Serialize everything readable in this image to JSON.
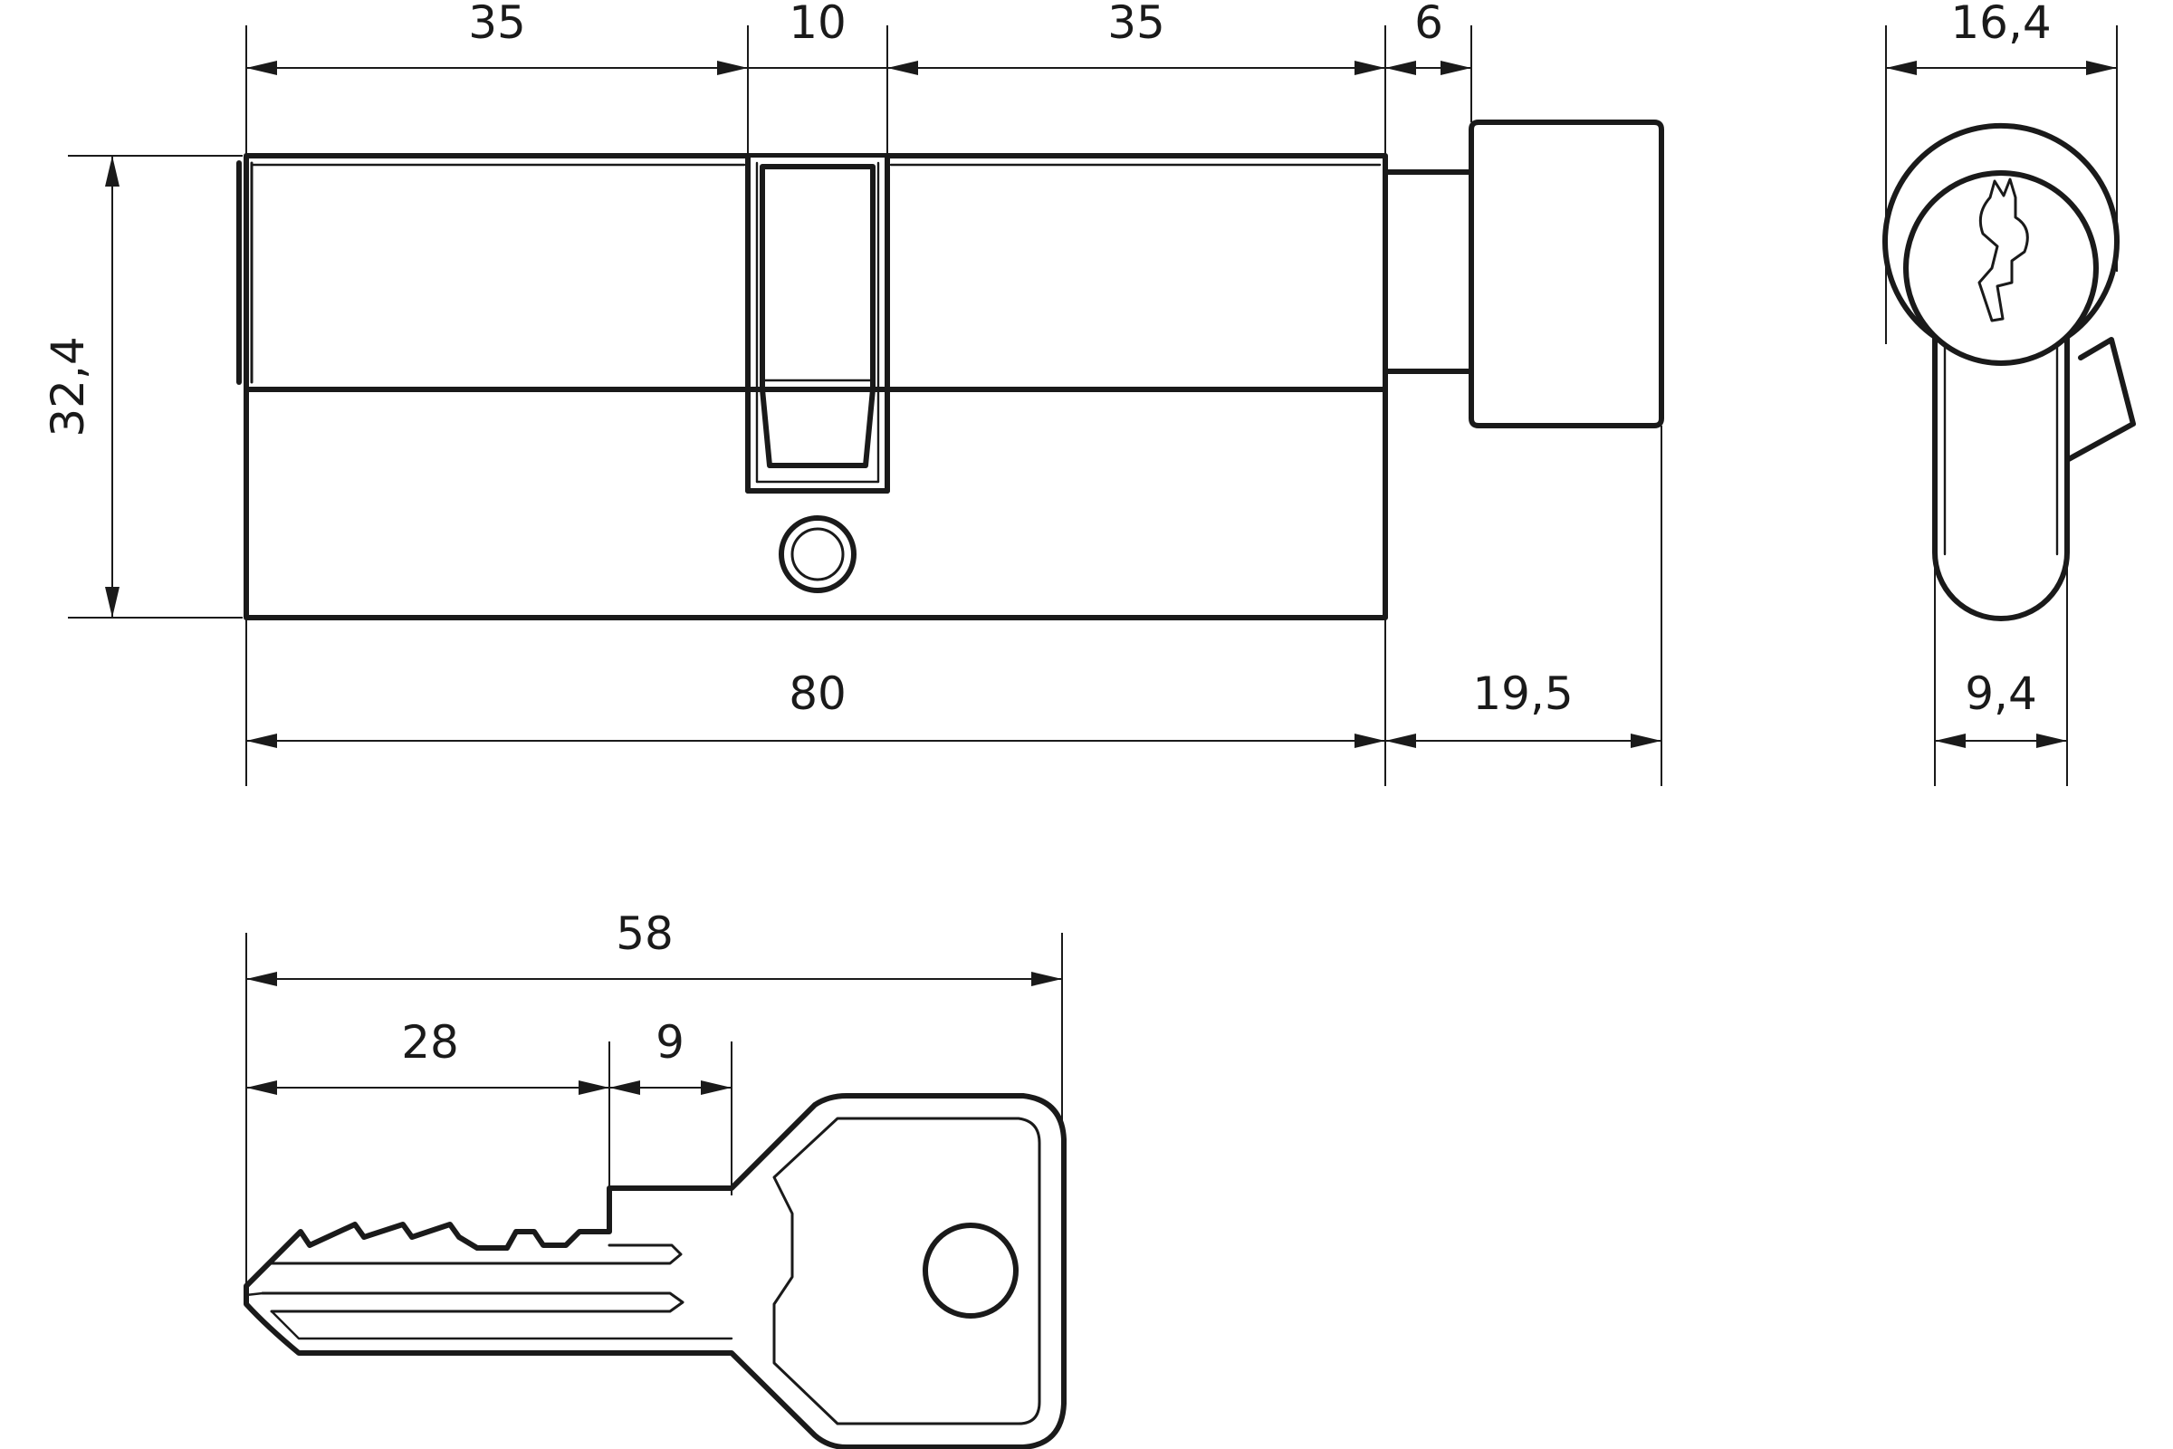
{
  "dimensions": {
    "front_view": {
      "left_half_length": "35",
      "cam_width": "10",
      "right_half_length": "35",
      "knob_gap": "6",
      "height": "32,4",
      "total_body_length": "80",
      "knob_length": "19,5"
    },
    "side_view": {
      "width": "16,4",
      "lower_width": "9,4"
    },
    "key": {
      "total_length": "58",
      "blade_length": "28",
      "shoulder_length": "9"
    }
  }
}
